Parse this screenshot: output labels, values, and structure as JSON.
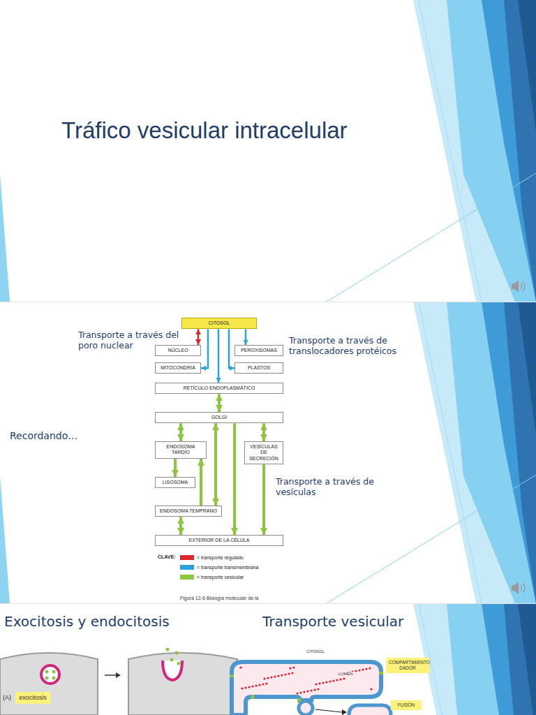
{
  "diagram": {
    "title": "Tráfico vesicular intracelular",
    "nodes": [
      {
        "text": [
          "CITOSOL"
        ]
      },
      {
        "text": [
          "NÚCLEO"
        ]
      },
      {
        "text": [
          "PEROXISOMAS"
        ]
      },
      {
        "text": [
          "MITOCONDRIA"
        ]
      },
      {
        "text": [
          "PLASTOS"
        ]
      },
      {
        "text": [
          "RETÍCULO ENDOPLASMÁTICO"
        ]
      },
      {
        "text": [
          "GOLGI"
        ]
      },
      {
        "text": [
          "ENDOSOMA TARDÍO"
        ]
      },
      {
        "text": [
          "VESÍCULAS DE SECRECIÓN"
        ]
      },
      {
        "text": [
          "LISOSOMA"
        ]
      },
      {
        "text": [
          "ENDOSOMA TEMPRANO"
        ]
      },
      {
        "text": [
          "EXTERIOR DE LA CÉLULA"
        ]
      },
      {
        "text": [
          "COMPARTIMIENTO DADOR"
        ]
      },
      {
        "text": [
          "exocitosis"
        ]
      },
      {
        "text": [
          "FUSIÓN"
        ]
      }
    ],
    "edges": [
      {
        "from": 0,
        "to": 1,
        "arrow": "both"
      },
      {
        "from": 0,
        "to": 3,
        "arrow": "to"
      },
      {
        "from": 0,
        "to": 5,
        "arrow": "to"
      },
      {
        "from": 0,
        "to": 4,
        "arrow": "to"
      },
      {
        "from": 0,
        "to": 2,
        "arrow": "to"
      },
      {
        "from": 5,
        "to": 6,
        "arrow": "both"
      },
      {
        "from": 6,
        "to": 7,
        "arrow": "both"
      },
      {
        "from": 6,
        "to": 10,
        "arrow": "both"
      },
      {
        "from": 6,
        "to": 11,
        "arrow": "to"
      },
      {
        "from": 6,
        "to": 8,
        "arrow": "both"
      },
      {
        "from": 8,
        "to": 11,
        "arrow": "to"
      },
      {
        "from": 7,
        "to": 9,
        "arrow": "to"
      },
      {
        "from": 10,
        "to": 7,
        "arrow": "to"
      },
      {
        "from": 11,
        "to": 10,
        "arrow": "both"
      }
    ],
    "labels": [
      "Transporte a través del poro nuclear",
      "Transporte a través de translocadores protéicos",
      "Recordando…",
      "Transporte a través de vesículas",
      "CLAVE:",
      "Figura 12-6 Biología molecular de la",
      "Exocitosis y endocitosis",
      "Transporte vesicular",
      "CITOSOL",
      "LUMEN",
      "(A)"
    ],
    "legend": [
      {
        "text": "= transporte regulado",
        "color": "#e0262c"
      },
      {
        "text": "= transporte transmembrana",
        "color": "#2aa3dc"
      },
      {
        "text": "= transporte vesicular",
        "color": "#8cc63e"
      }
    ]
  }
}
